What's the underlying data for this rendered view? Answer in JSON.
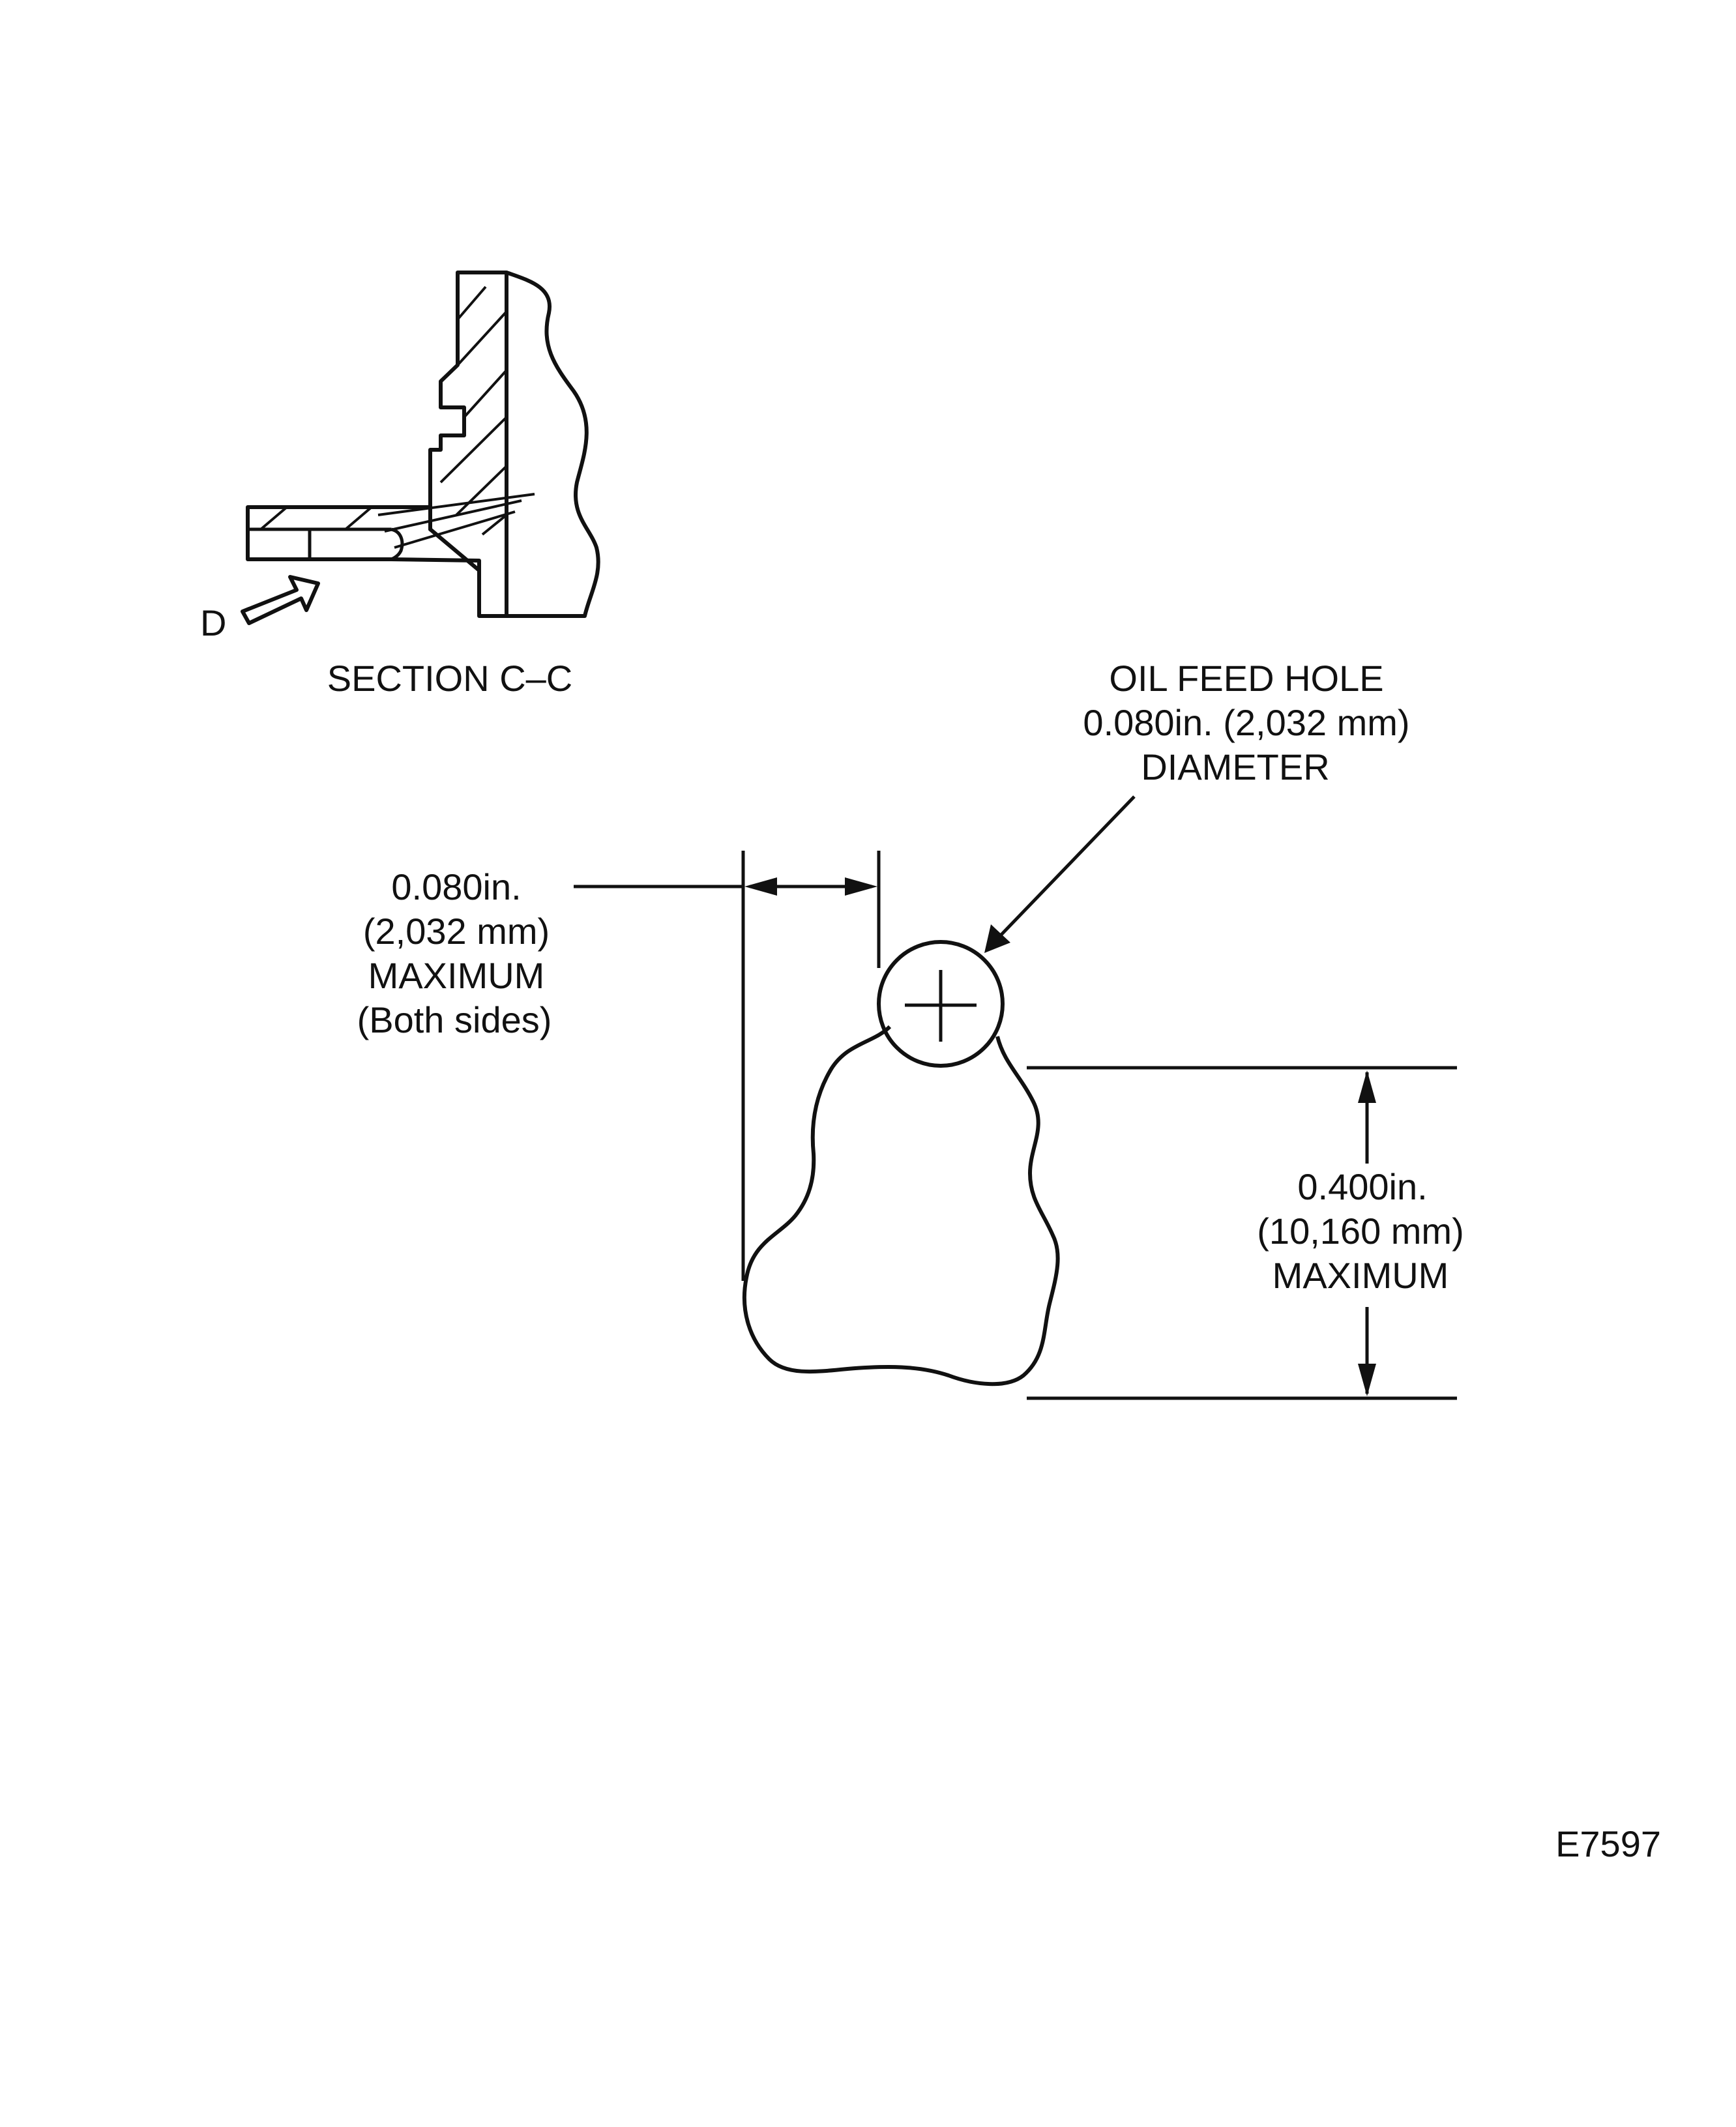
{
  "section_view": {
    "arrow_label": "D",
    "caption": "SECTION C–C"
  },
  "oil_feed_hole": {
    "title": "OIL FEED HOLE",
    "size": "0.080in. (2,032 mm)",
    "type": "DIAMETER"
  },
  "width_dimension": {
    "value_in": "0.080in.",
    "value_mm": "(2,032 mm)",
    "limit": "MAXIMUM",
    "note": "(Both sides)"
  },
  "depth_dimension": {
    "value_in": "0.400in.",
    "value_mm": "(10,160 mm)",
    "limit": "MAXIMUM"
  },
  "figure_id": "E7597"
}
